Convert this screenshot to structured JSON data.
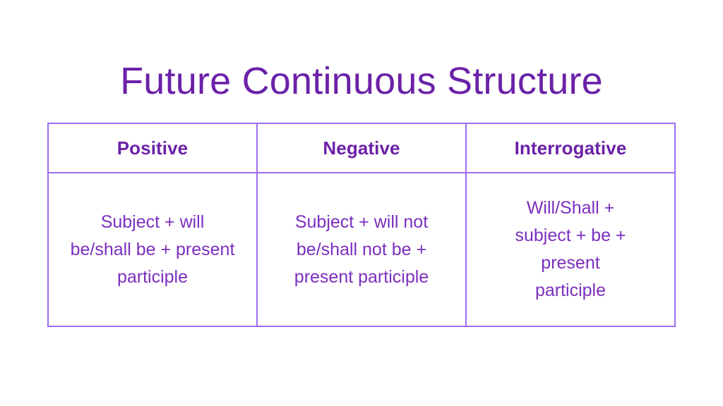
{
  "page": {
    "background_color": "#ffffff",
    "title": "Future Continuous Structure"
  },
  "colors": {
    "title_purple": "#6B21A8",
    "header_purple": "#6B21A8",
    "body_purple": "#7B2FBE",
    "border_purple": "#9C6CF5",
    "background": "#ffffff"
  },
  "table": {
    "columns": [
      {
        "header": "Positive"
      },
      {
        "header": "Negative"
      },
      {
        "header": "Interrogative"
      }
    ],
    "rows": [
      {
        "cells": [
          "Subject + will be/shall be + present participle",
          "Subject + will not be/shall not be + present participle",
          "Will/Shall + subject + be + present participle"
        ]
      }
    ]
  }
}
